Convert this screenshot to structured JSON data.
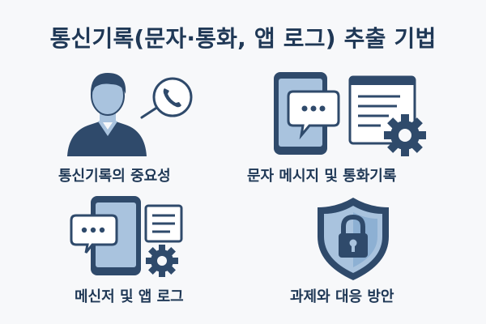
{
  "title": "통신기록(문자·통화, 앱 로그) 추출 기법",
  "colors": {
    "navy": "#2f4a6b",
    "light_blue": "#a9c3de",
    "background": "#f7f8fa"
  },
  "items": [
    {
      "label": "통신기록의 중요성",
      "icon": "person-phone-icon"
    },
    {
      "label": "문자 메시지 및 통화기록",
      "icon": "tablet-message-gear-icon"
    },
    {
      "label": "메신저 및 앱 로그",
      "icon": "phone-chat-log-gear-icon"
    },
    {
      "label": "과제와 대응 방안",
      "icon": "shield-lock-icon"
    }
  ]
}
